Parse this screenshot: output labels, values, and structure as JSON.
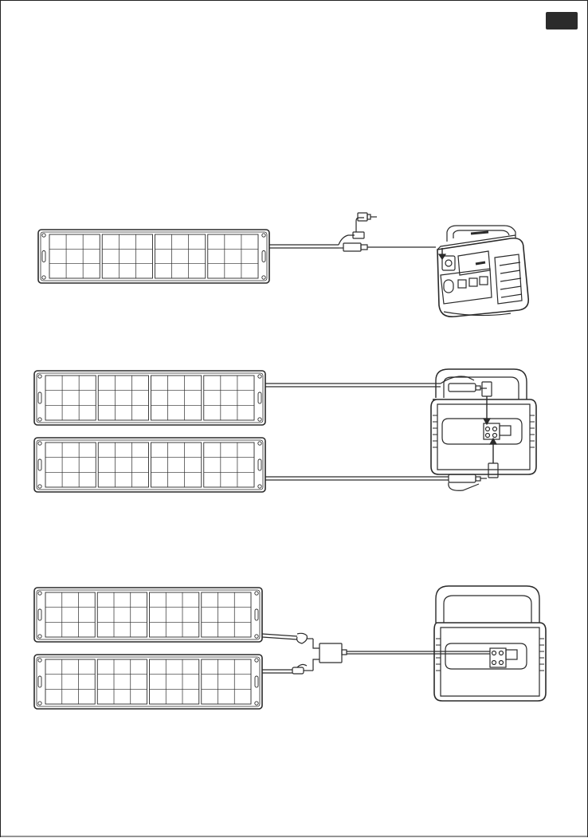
{
  "colors": {
    "stroke": "#2a2a2a",
    "panel_fill": "#ffffff",
    "tab": "#2b2b2b"
  },
  "icons": [
    "solar-panel-icon",
    "power-station-icon",
    "connector-icon",
    "parallel-adapter-icon"
  ],
  "diagrams": [
    {
      "name": "single-panel-to-station",
      "panels": 1
    },
    {
      "name": "two-panels-direct-to-station",
      "panels": 2
    },
    {
      "name": "two-panels-via-adapter-to-station",
      "panels": 2
    }
  ]
}
